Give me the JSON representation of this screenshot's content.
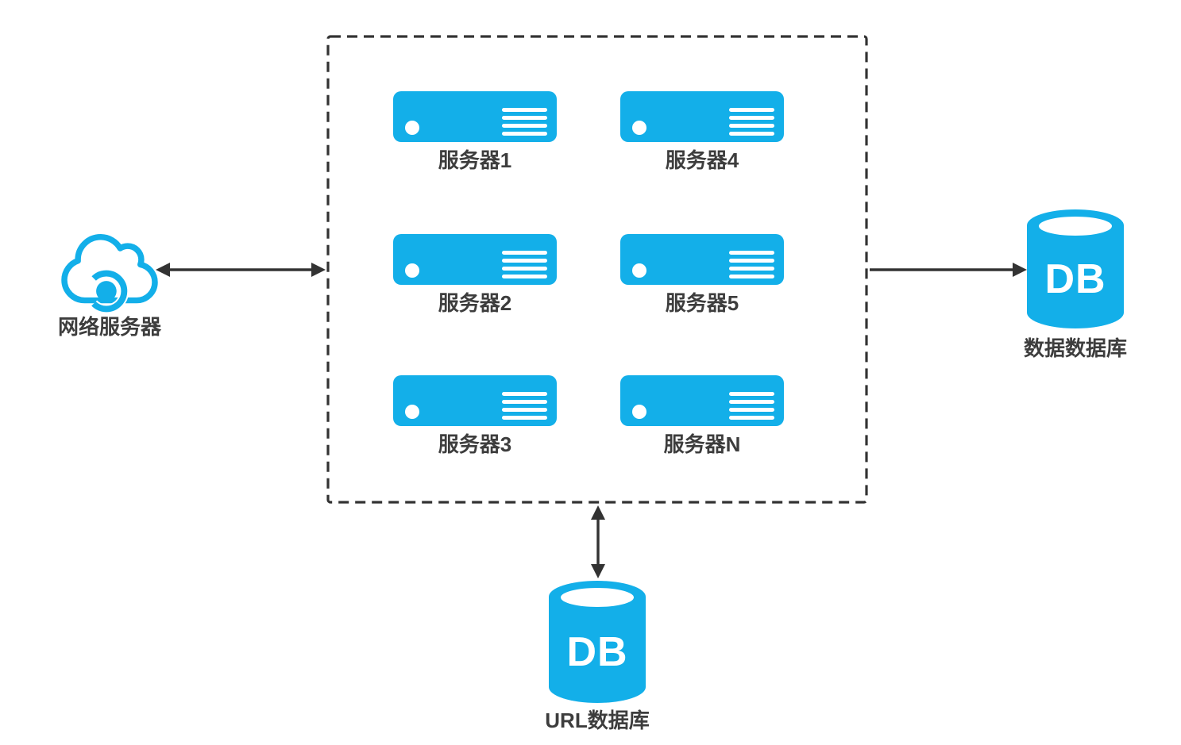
{
  "diagram": {
    "title": "server-cluster-architecture",
    "colors": {
      "accent": "#13afe9",
      "line": "#333333",
      "label_text": "#3d3d3d",
      "background": "#ffffff"
    },
    "cloud": {
      "label": "网络服务器"
    },
    "cluster": {
      "servers": [
        {
          "label": "服务器1"
        },
        {
          "label": "服务器4"
        },
        {
          "label": "服务器2"
        },
        {
          "label": "服务器5"
        },
        {
          "label": "服务器3"
        },
        {
          "label": "服务器N"
        }
      ]
    },
    "databases": {
      "data_db": {
        "text": "DB",
        "label": "数据数据库"
      },
      "url_db": {
        "text": "DB",
        "label": "URL数据库"
      }
    },
    "connections": [
      {
        "from": "网络服务器",
        "to": "服务器集群",
        "direction": "bidirectional"
      },
      {
        "from": "服务器集群",
        "to": "数据数据库",
        "direction": "one-way"
      },
      {
        "from": "服务器集群",
        "to": "URL数据库",
        "direction": "bidirectional"
      }
    ]
  }
}
